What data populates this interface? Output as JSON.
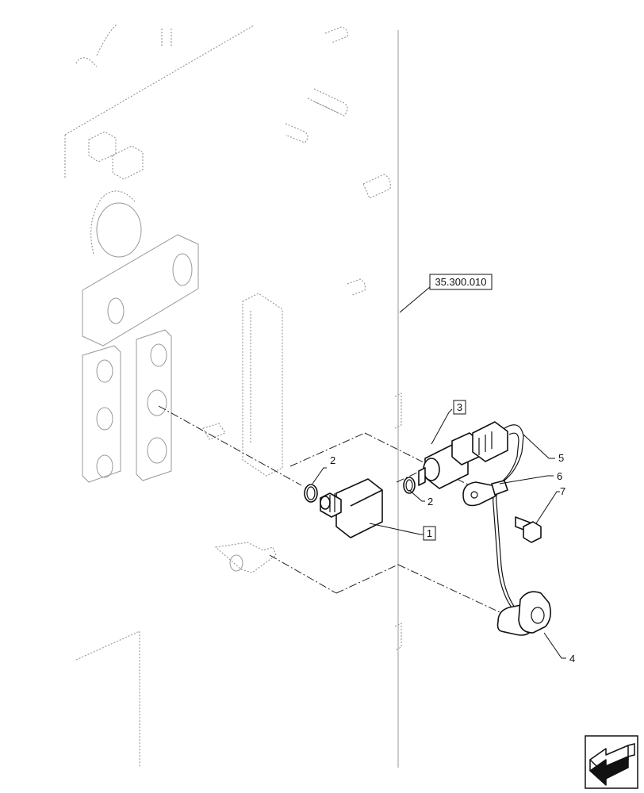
{
  "diagram": {
    "reference_label": "35.300.010",
    "callouts": [
      {
        "id": "c1",
        "label": "1",
        "boxed": true
      },
      {
        "id": "c2a",
        "label": "2",
        "boxed": false
      },
      {
        "id": "c2b",
        "label": "2",
        "boxed": false
      },
      {
        "id": "c3",
        "label": "3",
        "boxed": true
      },
      {
        "id": "c4",
        "label": "4",
        "boxed": false
      },
      {
        "id": "c5",
        "label": "5",
        "boxed": false
      },
      {
        "id": "c6",
        "label": "6",
        "boxed": false
      },
      {
        "id": "c7",
        "label": "7",
        "boxed": false
      }
    ],
    "nav_icon": "return-arrow-icon"
  }
}
